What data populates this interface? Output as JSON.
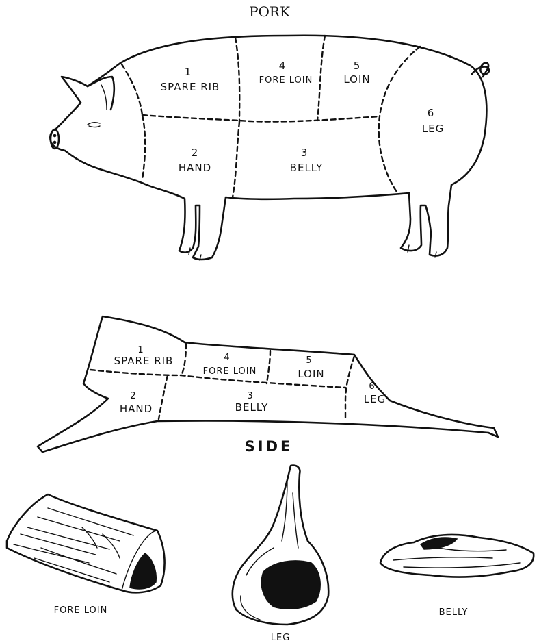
{
  "title": "PORK",
  "pig_cuts": [
    {
      "num": "1",
      "name": "SPARE RIB"
    },
    {
      "num": "4",
      "name": "FORE LOIN"
    },
    {
      "num": "5",
      "name": "LOIN"
    },
    {
      "num": "6",
      "name": "LEG"
    },
    {
      "num": "2",
      "name": "HAND"
    },
    {
      "num": "3",
      "name": "BELLY"
    }
  ],
  "side_cuts": [
    {
      "num": "1",
      "name": "SPARE RIB"
    },
    {
      "num": "4",
      "name": "FORE LOIN"
    },
    {
      "num": "5",
      "name": "LOIN"
    },
    {
      "num": "6",
      "name": "LEG"
    },
    {
      "num": "2",
      "name": "HAND"
    },
    {
      "num": "3",
      "name": "BELLY"
    }
  ],
  "side_title": "SIDE",
  "illustrations": [
    {
      "name": "FORE LOIN"
    },
    {
      "name": "LEG"
    },
    {
      "name": "BELLY"
    }
  ]
}
